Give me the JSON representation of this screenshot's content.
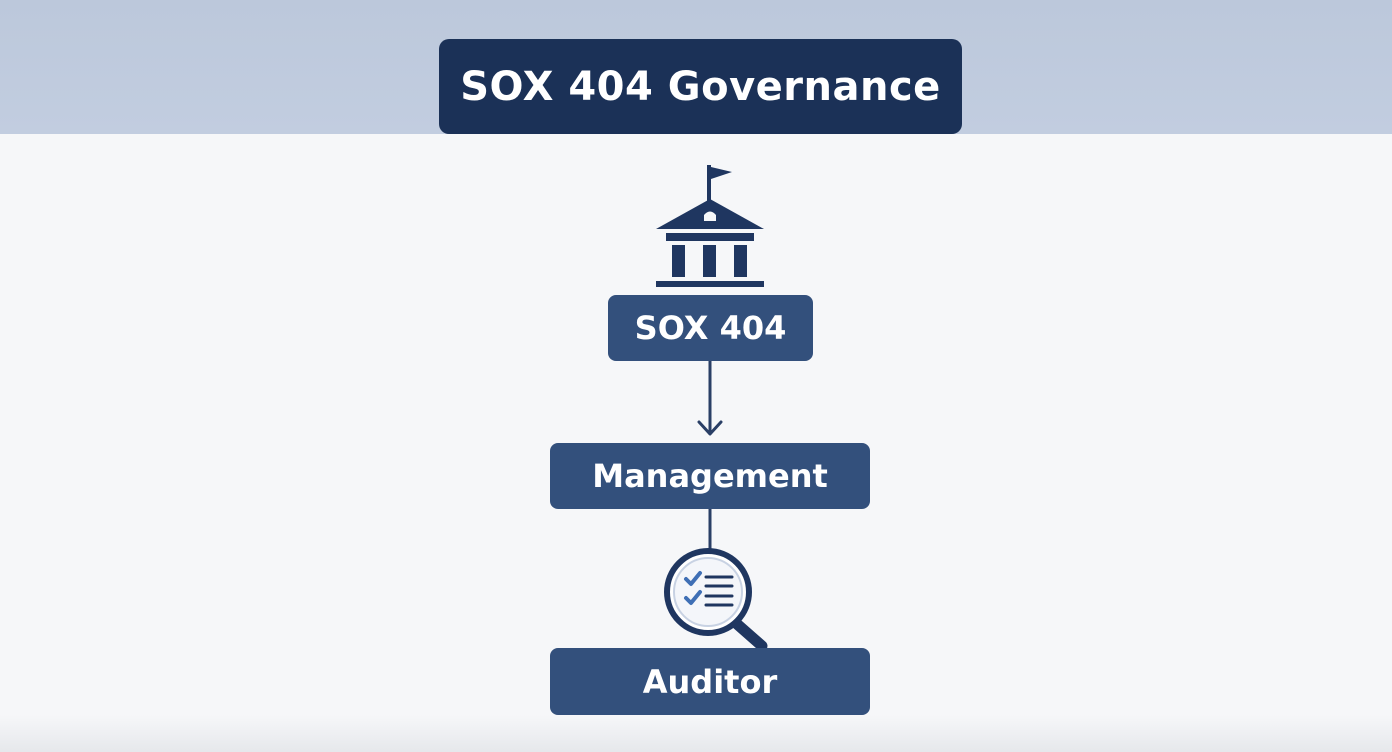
{
  "header": {
    "title": "SOX 404 Governance"
  },
  "diagram": {
    "nodes": [
      {
        "id": "sox",
        "label": "SOX 404",
        "icon": "government-building-icon"
      },
      {
        "id": "management",
        "label": "Management"
      },
      {
        "id": "auditor",
        "label": "Auditor",
        "icon": "magnifier-checklist-icon"
      }
    ],
    "edges": [
      {
        "from": "sox",
        "to": "management",
        "style": "arrow"
      },
      {
        "from": "management",
        "to": "auditor",
        "style": "line"
      }
    ]
  },
  "colors": {
    "header_band": "#bcc8db",
    "title_fill": "#1b3157",
    "node_fill": "#33507c",
    "icon_navy": "#1f3660",
    "check_blue": "#3f6fb5",
    "background": "#f6f7f9"
  }
}
